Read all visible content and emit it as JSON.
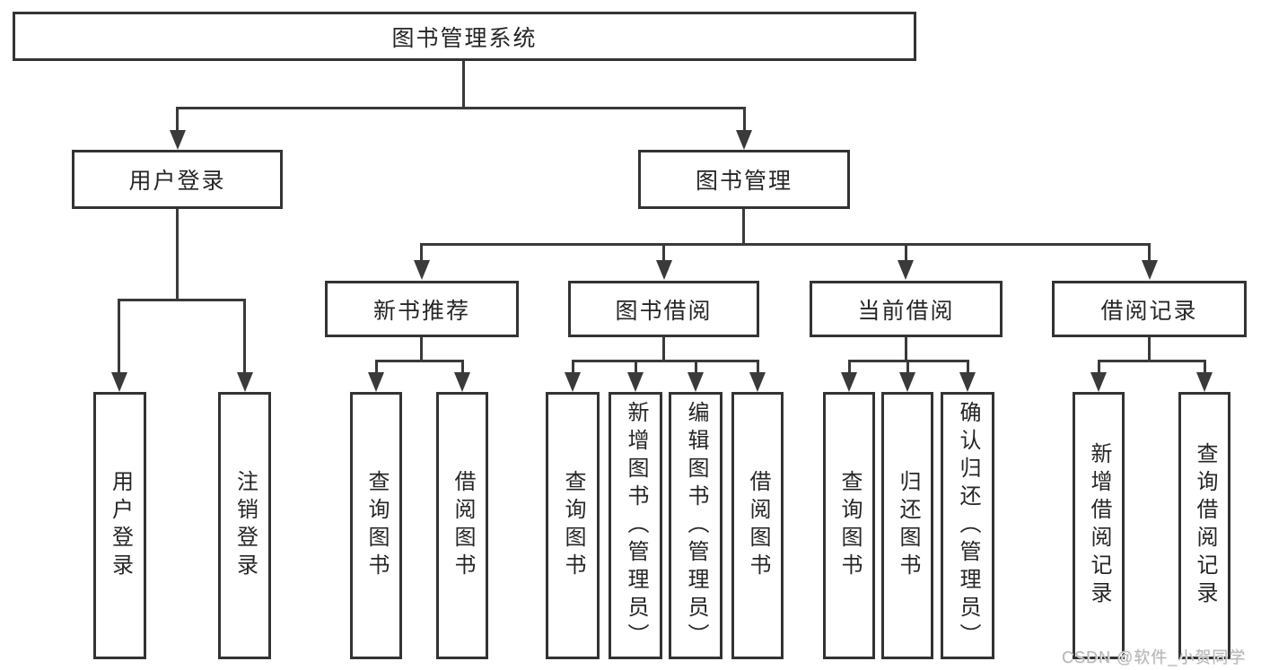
{
  "title": "图书管理系统",
  "watermark": "CSDN @软件_小贺同学",
  "colors": {
    "line": "#3a3a3a",
    "box_border": "#333333",
    "text": "#262626",
    "background": "#ffffff",
    "watermark": "#b5b5b5"
  },
  "tree": {
    "label": "图书管理系统",
    "children": [
      {
        "label": "用户登录",
        "children": [
          {
            "label": "用户登录"
          },
          {
            "label": "注销登录"
          }
        ]
      },
      {
        "label": "图书管理",
        "children": [
          {
            "label": "新书推荐",
            "children": [
              {
                "label": "查询图书"
              },
              {
                "label": "借阅图书"
              }
            ]
          },
          {
            "label": "图书借阅",
            "children": [
              {
                "label": "查询图书"
              },
              {
                "label": "新增图书（管理员）"
              },
              {
                "label": "编辑图书（管理员）"
              },
              {
                "label": "借阅图书"
              }
            ]
          },
          {
            "label": "当前借阅",
            "children": [
              {
                "label": "查询图书"
              },
              {
                "label": "归还图书"
              },
              {
                "label": "确认归还（管理员）"
              }
            ]
          },
          {
            "label": "借阅记录",
            "children": [
              {
                "label": "新增借阅记录"
              },
              {
                "label": "查询借阅记录"
              }
            ]
          }
        ]
      }
    ]
  }
}
